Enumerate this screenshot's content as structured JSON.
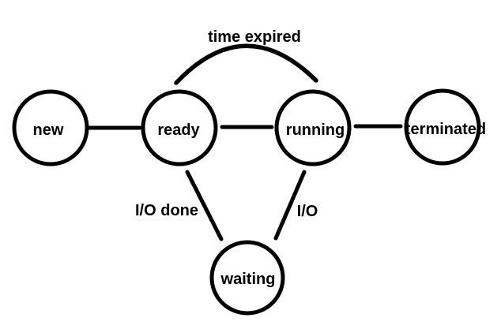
{
  "canvas": {
    "background": "#ffffff",
    "ink": "#000000"
  },
  "diagram": {
    "nodes": [
      {
        "id": "new",
        "label": "new"
      },
      {
        "id": "ready",
        "label": "ready"
      },
      {
        "id": "running",
        "label": "running"
      },
      {
        "id": "terminated",
        "label": "terminated"
      },
      {
        "id": "waiting",
        "label": "waiting"
      }
    ],
    "edges": [
      {
        "between": [
          "new",
          "ready"
        ]
      },
      {
        "between": [
          "ready",
          "running"
        ]
      },
      {
        "between": [
          "running",
          "terminated"
        ]
      },
      {
        "between": [
          "ready",
          "running"
        ],
        "shape": "arc",
        "label": "time expired"
      },
      {
        "between": [
          "ready",
          "waiting"
        ],
        "label": "I/O done"
      },
      {
        "between": [
          "running",
          "waiting"
        ],
        "label": "I/O"
      }
    ]
  }
}
